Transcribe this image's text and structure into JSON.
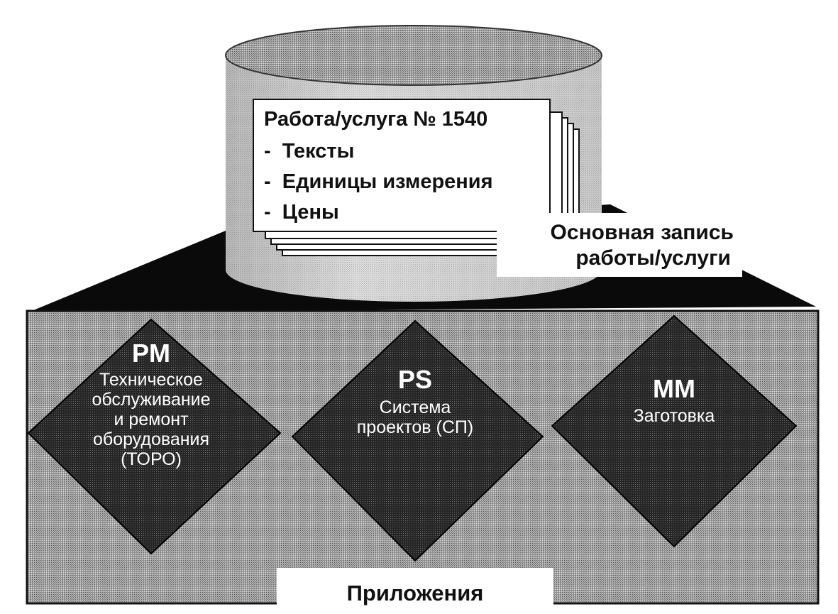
{
  "record_card": {
    "title": "Работа/услуга № 1540",
    "items": [
      "-  Тексты",
      "-  Единицы измерения",
      "-  Цены"
    ]
  },
  "record_label": {
    "line1": "Основная запись",
    "line2": "работы/услуги"
  },
  "applications": [
    {
      "code": "PM",
      "lines": [
        "Техническое",
        "обслуживание",
        "и ремонт",
        "оборудования",
        "(ТОРО)"
      ]
    },
    {
      "code": "PS",
      "lines": [
        "Система",
        "проектов (СП)"
      ]
    },
    {
      "code": "MM",
      "lines": [
        "Заготовка"
      ]
    }
  ],
  "footer_label": "Приложения"
}
